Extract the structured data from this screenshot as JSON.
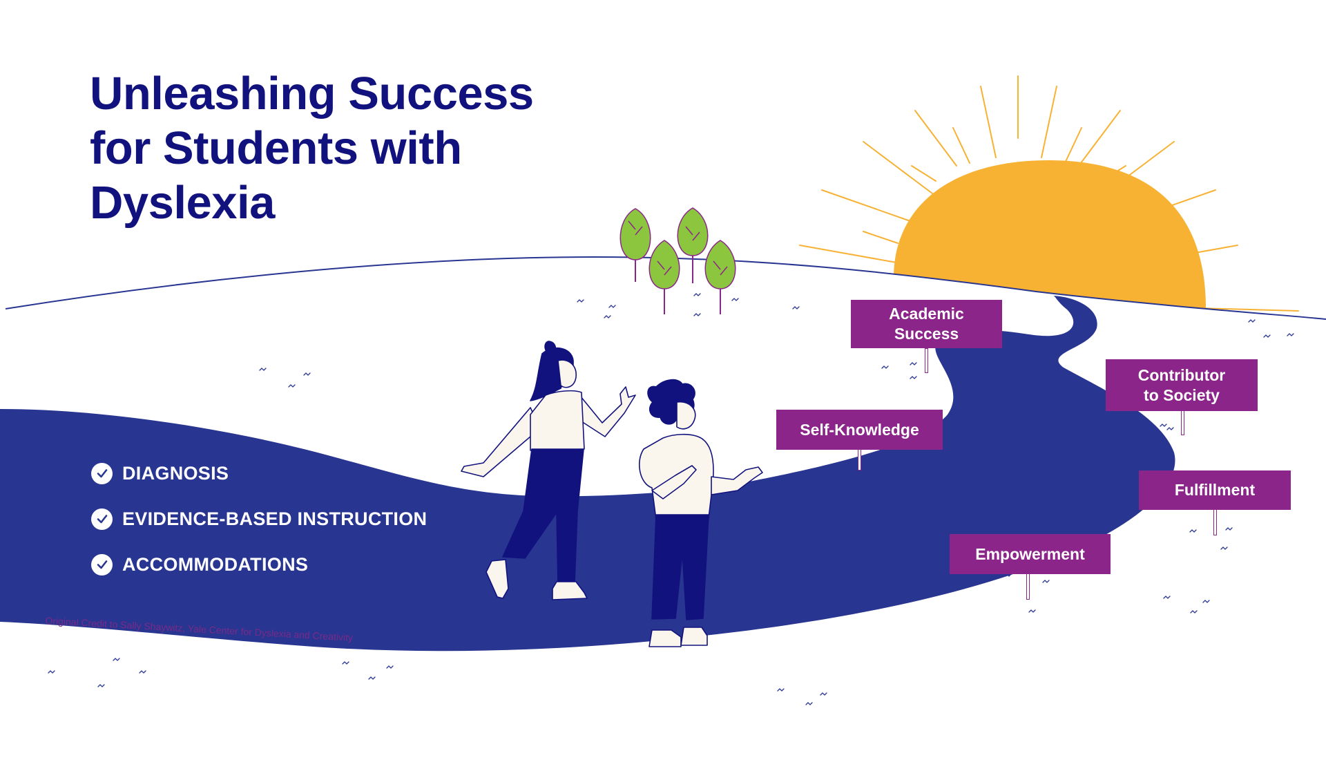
{
  "title_lines": [
    "Unleashing Success",
    "for Students with",
    "Dyslexia"
  ],
  "checklist": [
    {
      "icon": "check-icon",
      "label": "DIAGNOSIS"
    },
    {
      "icon": "check-icon",
      "label": "EVIDENCE-BASED INSTRUCTION"
    },
    {
      "icon": "check-icon",
      "label": "ACCOMMODATIONS"
    }
  ],
  "signs": [
    {
      "key": "academic",
      "lines": [
        "Academic",
        "Success"
      ]
    },
    {
      "key": "contributor",
      "lines": [
        "Contributor",
        "to Society"
      ]
    },
    {
      "key": "self",
      "lines": [
        "Self-Knowledge"
      ]
    },
    {
      "key": "fulfillment",
      "lines": [
        "Fulfillment"
      ]
    },
    {
      "key": "empowerment",
      "lines": [
        "Empowerment"
      ]
    }
  ],
  "credit": "Original Credit to Sally Shaywitz, Yale Center for Dyslexia and Creativity",
  "colors": {
    "title": "#12127e",
    "road": "#283591",
    "sign": "#8b2589",
    "sun": "#f7b234",
    "tree": "#8cc63f",
    "shirt": "#fbf6ed",
    "pants": "#12127e"
  }
}
